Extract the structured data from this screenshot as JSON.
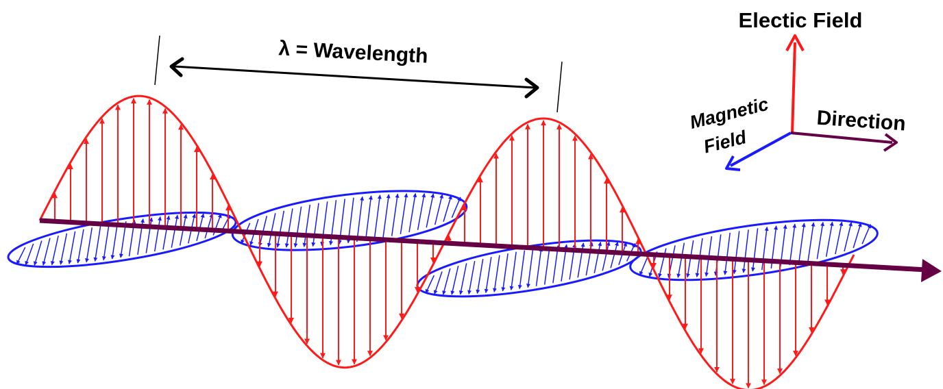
{
  "labels": {
    "wavelength": "λ = Wavelength",
    "electric_field": "Electic Field",
    "magnetic_line1": "Magnetic",
    "magnetic_line2": "Field",
    "direction": "Direction"
  },
  "colors": {
    "electric": "#ff1a1a",
    "magnetic": "#1a1aff",
    "axis": "#660044",
    "text": "#000000"
  },
  "icons": [
    "double-arrow-icon",
    "axis-arrow-icon",
    "electric-vector-icon",
    "magnetic-vector-icon",
    "direction-vector-icon"
  ]
}
